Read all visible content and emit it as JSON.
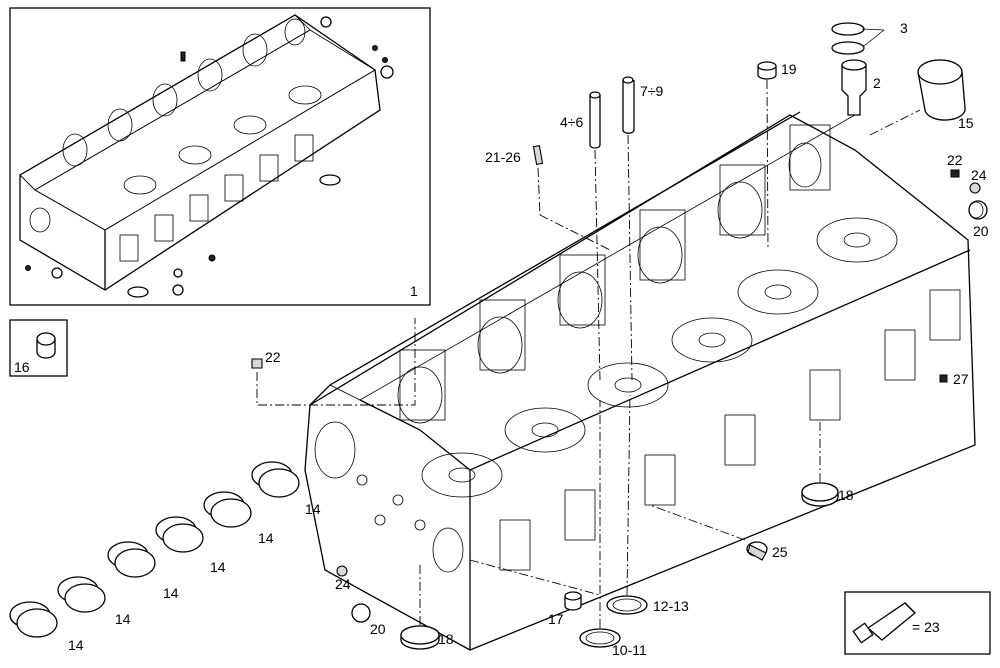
{
  "callouts": {
    "c1": "1",
    "c2": "2",
    "c3": "3",
    "c4_6": "4÷6",
    "c7_9": "7÷9",
    "c10_11": "10-11",
    "c12_13": "12-13",
    "c14": "14",
    "c15": "15",
    "c16": "16",
    "c17": "17",
    "c18": "18",
    "c19": "19",
    "c20": "20",
    "c21_26": "21-26",
    "c22": "22",
    "c23": "= 23",
    "c24": "24",
    "c25": "25",
    "c27": "27"
  }
}
